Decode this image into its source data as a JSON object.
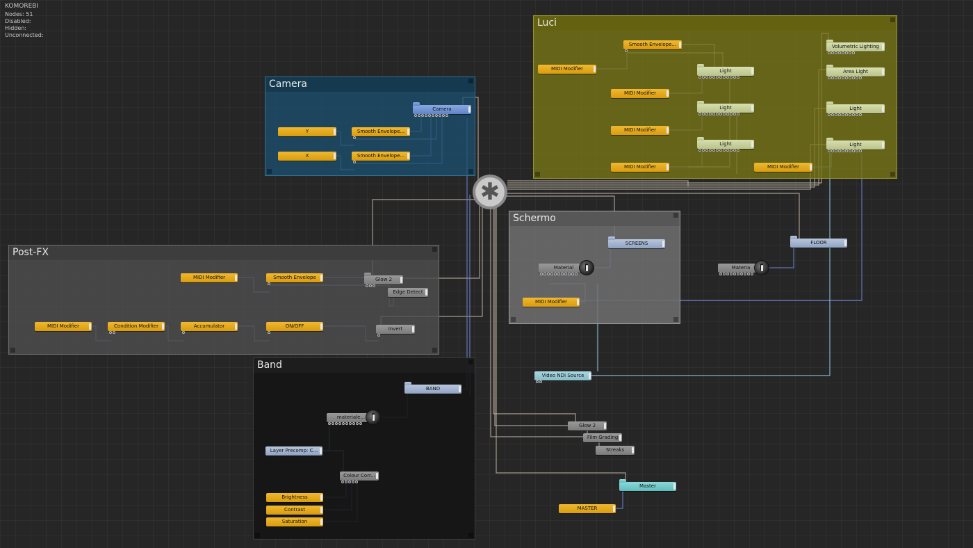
{
  "app": {
    "title": "KOMOREBI",
    "stats": [
      "Nodes:  51",
      "Disabled:",
      "Hidden:",
      "Unconnected:"
    ]
  },
  "groups": {
    "camera": "Camera",
    "luci": "Luci",
    "postfx": "Post-FX",
    "schermo": "Schermo",
    "band": "Band"
  },
  "nodes": {
    "camera": "Camera",
    "cam_y": "Y",
    "cam_x": "X",
    "cam_smooth1": "Smooth Envelope...",
    "cam_smooth2": "Smooth Envelope...",
    "luci_smooth": "Smooth Envelope...",
    "luci_midi1": "MIDI Modifier",
    "luci_midi2": "MIDI Modifier",
    "luci_midi3": "MIDI Modifier",
    "luci_midi4": "MIDI Modifier",
    "luci_midi5": "MIDI Modifier",
    "light1": "Light",
    "light2": "Light",
    "light3": "Light",
    "volumetric": "Volumetric Lighting",
    "area_light": "Area Light",
    "light4": "Light",
    "light5": "Light",
    "pfx_midi1": "MIDI Modifier",
    "pfx_smooth": "Smooth Envelope",
    "glow2": "Glow 2",
    "edge_detect": "Edge Detect",
    "pfx_midi2": "MIDI Modifier",
    "condition": "Condition Modifier",
    "accumulator": "Accumulator",
    "onoff": "ON/OFF",
    "invert": "Invert",
    "screens": "SCREENS",
    "material_s": "Material",
    "sch_midi": "MIDI Modifier",
    "floor": "FLOOR",
    "material_f": "Materia",
    "video_ndi": "Video NDI Source",
    "band": "BAND",
    "material_b": "materiale...",
    "layer_precomp": "Layer Precomp: C...",
    "colour_corr": "Colour Corr...",
    "brightness": "Brightness",
    "contrast": "Contrast",
    "saturation": "Saturation",
    "glow2b": "Glow 2",
    "film_grading": "Film Grading",
    "streaks": "Streaks",
    "master": "Master",
    "master_y": "MASTER"
  },
  "icons": {
    "hub": "scene-root-gear-icon"
  },
  "colors": {
    "yellow_node": "#e3a61a",
    "light_node": "#c8d09c",
    "camera_node": "#6f92d4",
    "steel_node": "#a2b3cf",
    "grey_node": "#8a8a8a",
    "master_node": "#74caca",
    "wire_blue": "#6a7ec8",
    "wire_tan": "#b3a89a",
    "wire_cyan": "#8cc4d8",
    "wire_slate": "#9aa3b5"
  }
}
